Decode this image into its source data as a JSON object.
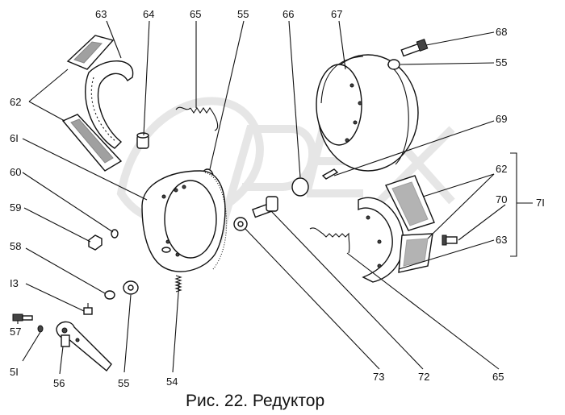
{
  "figure": {
    "caption": "Рис. 22. Редуктор",
    "watermark": "OPEX"
  },
  "callouts": [
    {
      "id": "c63a",
      "text": "63"
    },
    {
      "id": "c64",
      "text": "64"
    },
    {
      "id": "c65a",
      "text": "65"
    },
    {
      "id": "c55a",
      "text": "55"
    },
    {
      "id": "c66",
      "text": "66"
    },
    {
      "id": "c67",
      "text": "67"
    },
    {
      "id": "c68",
      "text": "68"
    },
    {
      "id": "c55b",
      "text": "55"
    },
    {
      "id": "c62a",
      "text": "62"
    },
    {
      "id": "c61",
      "text": "6I"
    },
    {
      "id": "c69",
      "text": "69"
    },
    {
      "id": "c60",
      "text": "60"
    },
    {
      "id": "c62b",
      "text": "62"
    },
    {
      "id": "c70",
      "text": "70"
    },
    {
      "id": "c71",
      "text": "7I"
    },
    {
      "id": "c59",
      "text": "59"
    },
    {
      "id": "c63b",
      "text": "63"
    },
    {
      "id": "c58",
      "text": "58"
    },
    {
      "id": "c13",
      "text": "I3"
    },
    {
      "id": "c57",
      "text": "57"
    },
    {
      "id": "c51",
      "text": "5I"
    },
    {
      "id": "c56",
      "text": "56"
    },
    {
      "id": "c55c",
      "text": "55"
    },
    {
      "id": "c54",
      "text": "54"
    },
    {
      "id": "c73",
      "text": "73"
    },
    {
      "id": "c72",
      "text": "72"
    },
    {
      "id": "c65b",
      "text": "65"
    }
  ]
}
